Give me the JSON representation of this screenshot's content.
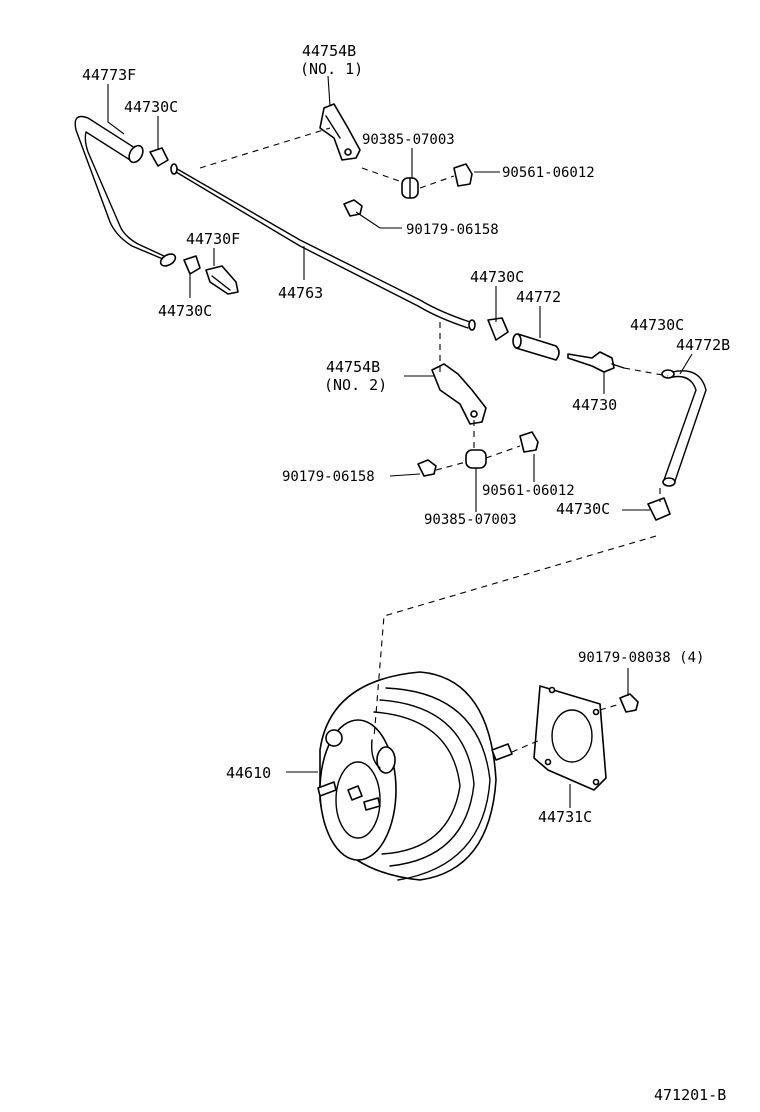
{
  "diagram": {
    "labels": {
      "p44754b_1": "44754B",
      "p44754b_1_note": "(NO. 1)",
      "p44773f": "44773F",
      "p44730c_a": "44730C",
      "p90385_a": "90385-07003",
      "p90561_a": "90561-06012",
      "p90179_a": "90179-06158",
      "p44730f": "44730F",
      "p44730c_b": "44730C",
      "p44763": "44763",
      "p44730c_c": "44730C",
      "p44772": "44772",
      "p44730c_d": "44730C",
      "p44772b": "44772B",
      "p44754b_2": "44754B",
      "p44754b_2_note": "(NO. 2)",
      "p44730": "44730",
      "p90179_b": "90179-06158",
      "p90561_b": "90561-06012",
      "p90385_b": "90385-07003",
      "p44730c_e": "44730C",
      "p90179_08038": "90179-08038 (4)",
      "p44610": "44610",
      "p44731c": "44731C"
    },
    "figure_code": "471201-B"
  }
}
